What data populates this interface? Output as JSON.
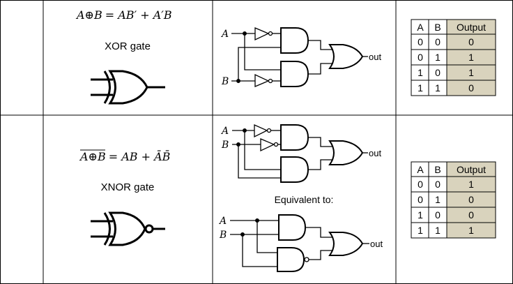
{
  "rows": [
    {
      "id": "xor",
      "expression": {
        "lhs": "A⊕B",
        "rhs": "= AB′ + A′B"
      },
      "name": "XOR gate",
      "inputs": [
        "A",
        "B"
      ],
      "output_label": "out",
      "truth_table": {
        "headers": [
          "A",
          "B",
          "Output"
        ],
        "rows": [
          [
            "0",
            "0",
            "0"
          ],
          [
            "0",
            "1",
            "1"
          ],
          [
            "1",
            "0",
            "1"
          ],
          [
            "1",
            "1",
            "0"
          ]
        ]
      }
    },
    {
      "id": "xnor",
      "expression": {
        "lhs": "A⊕B",
        "rhs": "= AB + ĀB̄"
      },
      "name": "XNOR gate",
      "inputs": [
        "A",
        "B"
      ],
      "output_label": "out",
      "equivalent_label": "Equivalent to:",
      "equivalent_inputs": [
        "A",
        "B"
      ],
      "equivalent_output_label": "out",
      "truth_table": {
        "headers": [
          "A",
          "B",
          "Output"
        ],
        "rows": [
          [
            "0",
            "0",
            "1"
          ],
          [
            "0",
            "1",
            "0"
          ],
          [
            "1",
            "0",
            "0"
          ],
          [
            "1",
            "1",
            "1"
          ]
        ]
      }
    }
  ]
}
